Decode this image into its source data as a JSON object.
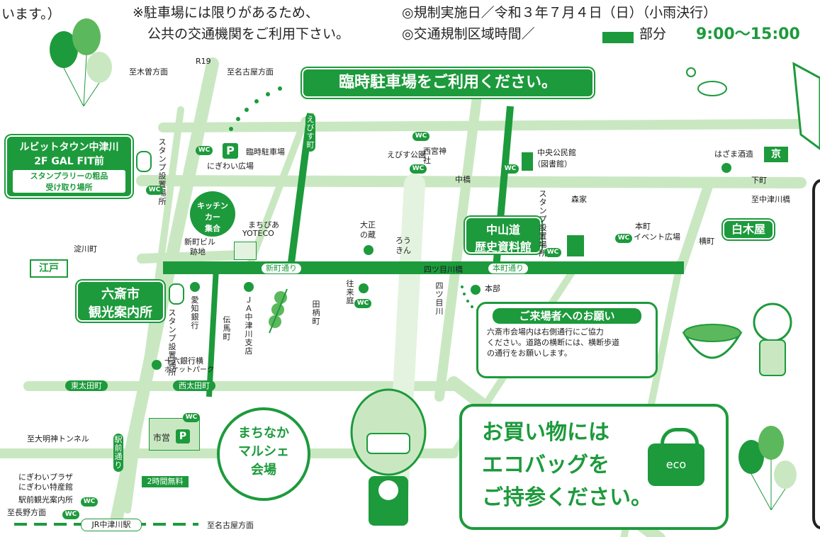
{
  "header": {
    "left_fragment": "います。）",
    "parking_note_1": "※駐車場には限りがあるため、",
    "parking_note_2": "公共の交通機関をご利用下さい。",
    "date_line": "◎規制実施日／令和３年７月４日（日）（小雨決行）",
    "time_line_prefix": "◎交通規制区域時間／",
    "time_line_part": "部分",
    "time_line_time": "9:00〜15:00"
  },
  "banners": {
    "temp_parking": "臨時駐車場をご利用ください。",
    "lubit_1": "ルビットタウン中津川",
    "lubit_2": "2F GAL FIT前",
    "lubit_3": "スタンプラリーの粗品",
    "lubit_4": "受け取り場所",
    "rokusai_1": "六斎市",
    "rokusai_2": "観光案内所",
    "nakasendo_1": "中山道",
    "nakasendo_2": "歴史資料館",
    "shirakiya": "白木屋",
    "edo": "江戸",
    "kyo": "京",
    "kitchen_1": "キッチン",
    "kitchen_2": "カー",
    "kitchen_3": "集合",
    "marche_1": "まちなか",
    "marche_2": "マルシェ",
    "marche_3": "会場",
    "eco_1": "お買い物には",
    "eco_2": "エコバッグを",
    "eco_3": "ご持参ください。",
    "eco_bag": "eco"
  },
  "notice": {
    "title": "ご来場者へのお願い",
    "body_1": "六斎市会場内は右側通行にご協力",
    "body_2": "ください。道路の横断には、横断歩道",
    "body_3": "の通行をお願いします。"
  },
  "roads": {
    "shinmachi": "新町通り",
    "honmachi": "本町通り",
    "higashiota": "東太田町",
    "nishiota": "西太田町",
    "ekimae": "駅前通り",
    "ebisu": "えびす町",
    "yotsumegawa": "四ツ目川"
  },
  "labels": {
    "r19": "R19",
    "to_kiso": "至木曽方面",
    "to_nagoya_top": "至名古屋方面",
    "stamp_1": "スタンプ設置場所",
    "temp_parking_lot": "臨時駐車場",
    "nigiwai_hiroba": "にぎわい広場",
    "ebisu_park": "えびす公園",
    "nishinomiya": "西宮神社",
    "nakabashi": "中橋",
    "chuo_kominkan": "中央公民館",
    "library": "（図書館）",
    "hazama": "はざま酒造",
    "shimomachi": "下町",
    "to_nakatsugawa_bridge": "至中津川橋",
    "yodogawa": "淀川町",
    "shinmachi_bldg_1": "新町ビル",
    "shinmachi_bldg_2": "跡地",
    "machipia_1": "まちぴあ",
    "machipia_2": "YOTECO",
    "taisho_1": "大正",
    "taisho_2": "の蔵",
    "roukin_1": "ろう",
    "roukin_2": "きん",
    "stamp_2": "スタンプ設置場所",
    "moriya": "森家",
    "honmachi_event": "本町",
    "event_hiroba": "イベント広場",
    "yokomachi": "横町",
    "yotsumegawa_bridge": "四ツ目川橋",
    "honbu": "本部",
    "oraitei": "往来庭",
    "denbacho": "伝馬町",
    "ja": "ＪＡ中津川支店",
    "aichi_bank": "愛知銀行",
    "stamp_3": "スタンプ設置場所",
    "tagara": "田柄町",
    "juroku_1": "十六銀行横",
    "juroku_2": "ポケットパーク",
    "shiei": "市営",
    "two_hours_free": "2時間無料",
    "to_daimyojin": "至大明神トンネル",
    "nigiwai_plaza": "にぎわいプラザ",
    "nigiwai_tokusan": "にぎわい特産館",
    "ekimae_info": "駅前観光案内所",
    "to_nagano": "至長野方面",
    "jr_station": "JR中津川駅",
    "to_nagoya_bottom": "至名古屋方面",
    "wc": "WC",
    "parking": "P"
  },
  "colors": {
    "brand_green": "#1d9a3c",
    "road_light": "#c9e8c2",
    "road_lightest": "#e3f3df"
  }
}
